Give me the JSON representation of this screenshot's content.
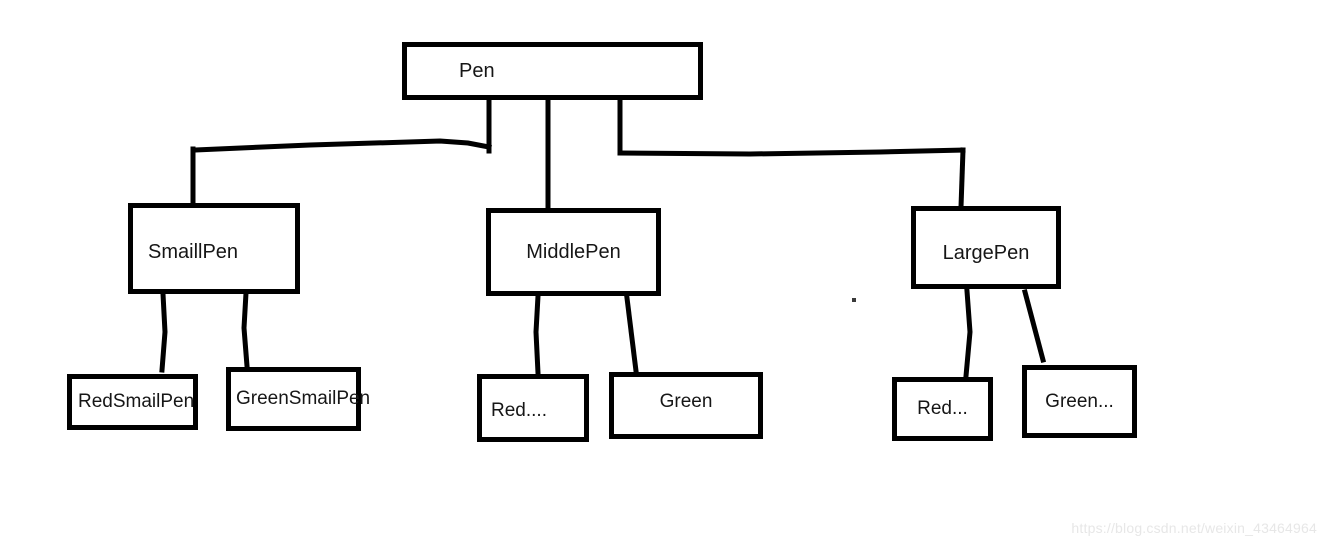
{
  "diagram": {
    "root": {
      "label": "Pen",
      "children": [
        {
          "label": "SmaillPen",
          "children": [
            {
              "label": "RedSmailPen"
            },
            {
              "label": "GreenSmailPen"
            }
          ]
        },
        {
          "label": "MiddlePen",
          "children": [
            {
              "label": "Red...."
            },
            {
              "label": "Green"
            }
          ]
        },
        {
          "label": "LargePen",
          "children": [
            {
              "label": "Red..."
            },
            {
              "label": "Green..."
            }
          ]
        }
      ]
    }
  },
  "watermark": "https://blog.csdn.net/weixin_43464964",
  "colors": {
    "background": "#ffffff",
    "box_border": "#000000",
    "box_fill": "#ffffff",
    "line": "#000000",
    "text": "#161616",
    "watermark": "#e7e7e7"
  }
}
